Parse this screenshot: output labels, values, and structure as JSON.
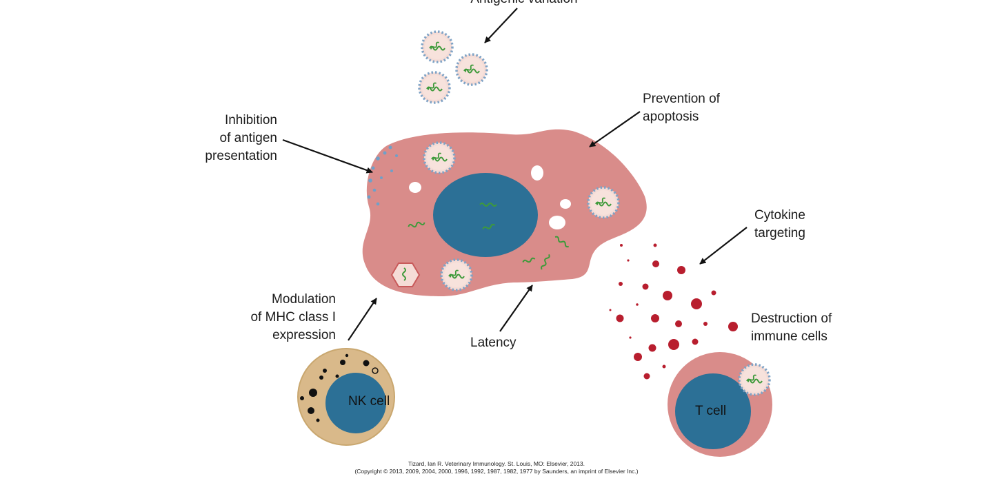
{
  "labels": {
    "antigenic_variation": "Antigenic variation",
    "inhibition_antigen_presentation": [
      "Inhibition",
      "of antigen",
      "presentation"
    ],
    "prevention_apoptosis": [
      "Prevention of",
      "apoptosis"
    ],
    "cytokine_targeting": [
      "Cytokine",
      "targeting"
    ],
    "destruction_immune_cells": [
      "Destruction of",
      "immune cells"
    ],
    "modulation_mhc": [
      "Modulation",
      "of MHC class I",
      "expression"
    ],
    "latency": "Latency"
  },
  "cells": {
    "nk_cell": "NK cell",
    "t_cell": "T cell"
  },
  "credit": {
    "line1": "Tizard, Ian R. Veterinary Immunology. St. Louis, MO: Elsevier, 2013.",
    "line2": "(Copyright © 2013, 2009, 2004, 2000, 1996, 1992, 1987, 1982, 1977 by Saunders, an imprint of Elsevier Inc.)"
  },
  "colors": {
    "host_cell": "#d98c8a",
    "nucleus": "#2c7096",
    "virus_fill": "#f5dcd6",
    "virus_spike": "#7fa3c6",
    "genome": "#3e9a3a",
    "nk_cytoplasm": "#d9b98a",
    "cytokine": "#b81e2e"
  }
}
